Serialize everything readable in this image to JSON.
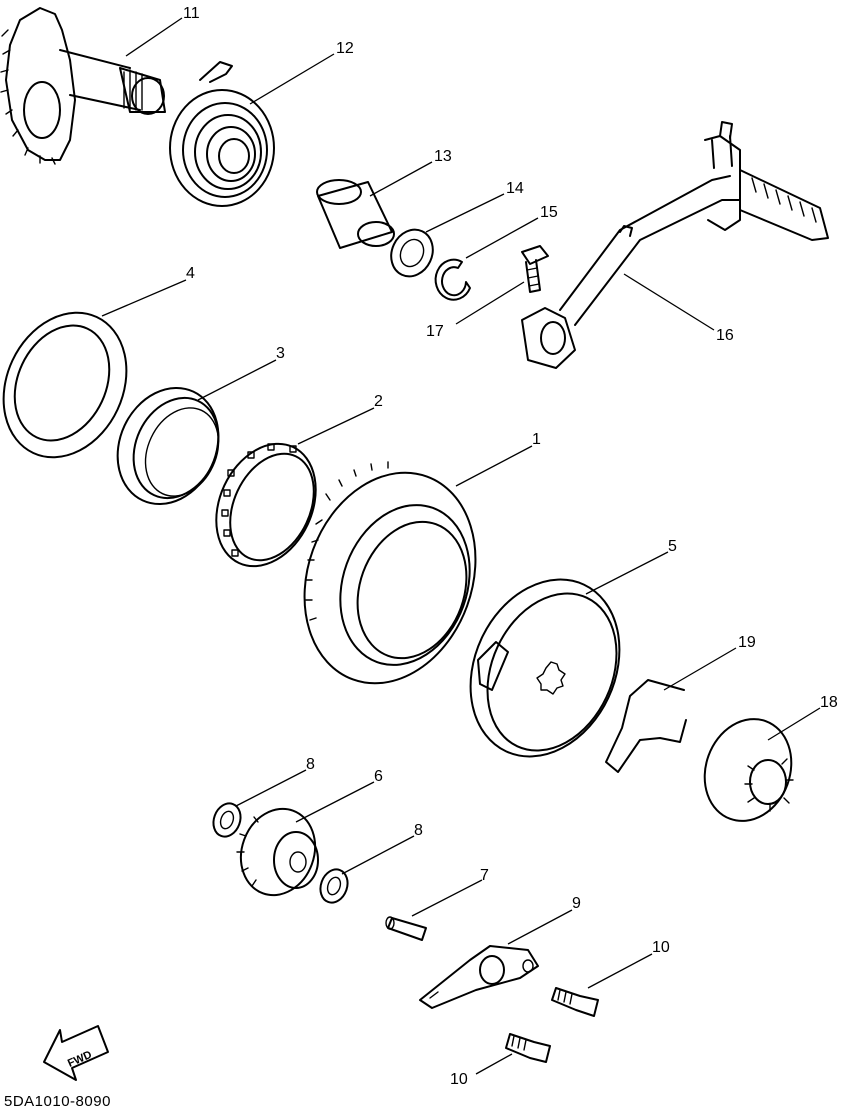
{
  "diagram": {
    "parts": [
      {
        "ref": "1"
      },
      {
        "ref": "2"
      },
      {
        "ref": "3"
      },
      {
        "ref": "4"
      },
      {
        "ref": "5"
      },
      {
        "ref": "6"
      },
      {
        "ref": "7"
      },
      {
        "ref": "8"
      },
      {
        "ref": "9"
      },
      {
        "ref": "10"
      },
      {
        "ref": "11"
      },
      {
        "ref": "12"
      },
      {
        "ref": "13"
      },
      {
        "ref": "14"
      },
      {
        "ref": "15"
      },
      {
        "ref": "16"
      },
      {
        "ref": "17"
      },
      {
        "ref": "18"
      },
      {
        "ref": "19"
      }
    ],
    "fwd_label": "FWD",
    "drawing_code": "5DA1010-8090"
  }
}
